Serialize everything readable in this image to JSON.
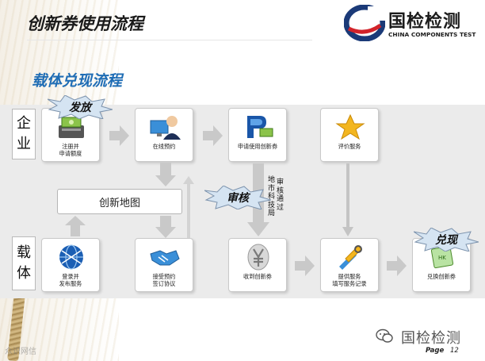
{
  "slide": {
    "title": "创新券使用流程",
    "subtitle": "载体兑现流程"
  },
  "logo": {
    "name_cn": "国检检测",
    "name_en": "CHINA COMPONENTS TEST"
  },
  "rows": {
    "enterprise": [
      "企",
      "业"
    ],
    "carrier": [
      "载",
      "体"
    ]
  },
  "steps_top": [
    {
      "label": "注册并\n申请额度",
      "icon": "money-register-icon"
    },
    {
      "label": "在线预约",
      "icon": "user-computer-icon"
    },
    {
      "label": "申请使用创新券",
      "icon": "payment-card-icon"
    },
    {
      "label": "评价服务",
      "icon": "star-icon"
    }
  ],
  "steps_bottom": [
    {
      "label": "登录并\n发布服务",
      "icon": "globe-network-icon"
    },
    {
      "label": "接受预约\n签订协议",
      "icon": "handshake-icon"
    },
    {
      "label": "收到创新券",
      "icon": "yen-coin-icon"
    },
    {
      "label": "提供服务\n填写服务记录",
      "icon": "tools-icon"
    },
    {
      "label": "兑换创新券",
      "icon": "voucher-icon"
    }
  ],
  "map_label": "创新地图",
  "vertical_notes": {
    "bureau": "地市科技局",
    "approved": "审核通过"
  },
  "badges": {
    "issue": "发放",
    "review": "审核",
    "redeem": "兑现"
  },
  "footer": {
    "brand_cn": "国检检测",
    "page_label": "Page",
    "page_number": "12",
    "watermark": "众识网信"
  },
  "colors": {
    "band": "#ebebeb",
    "subtitle": "#1f6db5",
    "badge_fill": "#d5e4f2",
    "arrow": "#c9c9c9",
    "logo_blue": "#1b3a78",
    "logo_red": "#d2232a"
  }
}
